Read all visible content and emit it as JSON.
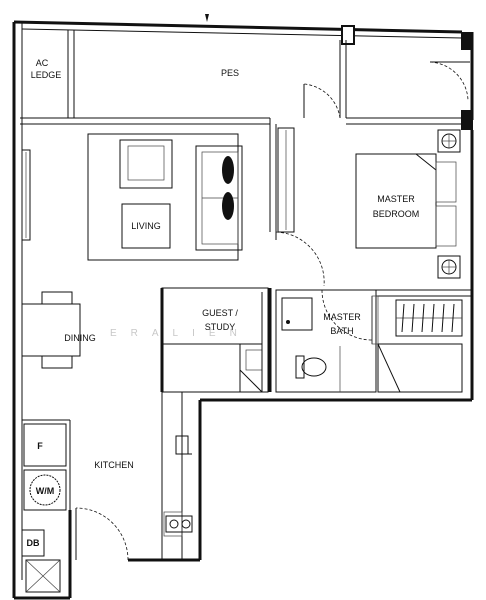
{
  "rooms": {
    "ac_ledge_line1": "AC",
    "ac_ledge_line2": "LEDGE",
    "pes": "PES",
    "living": "LIVING",
    "master_bedroom_line1": "MASTER",
    "master_bedroom_line2": "BEDROOM",
    "guest_study_line1": "GUEST /",
    "guest_study_line2": "STUDY",
    "master_bath_line1": "MASTER",
    "master_bath_line2": "BATH",
    "dining": "DINING",
    "kitchen": "KITCHEN",
    "fridge": "F",
    "washer": "W/M",
    "db": "DB"
  },
  "watermark": "ERALIEN"
}
